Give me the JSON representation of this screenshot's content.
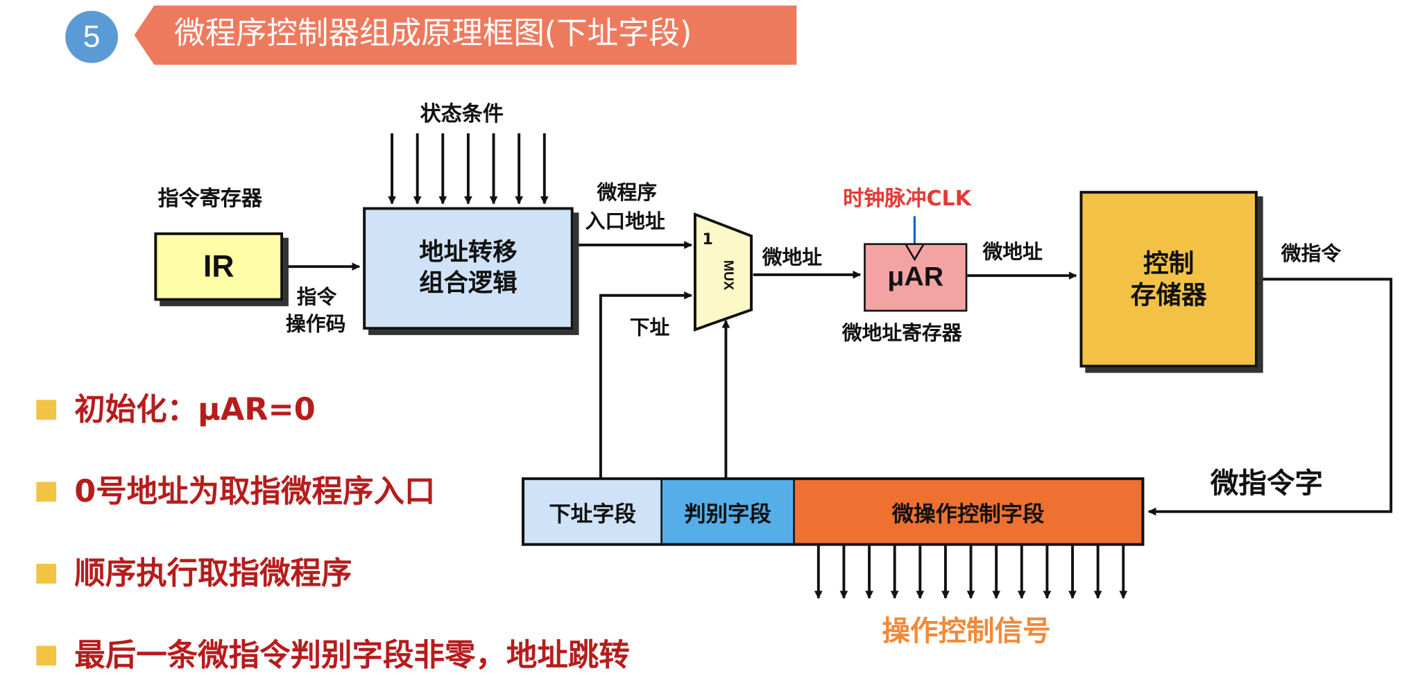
{
  "header": {
    "number": "5",
    "title": "微程序控制器组成原理框图(下址字段)",
    "badge_color": "#5b9bd5",
    "banner_color": "#ee7a5e"
  },
  "diagram": {
    "status_conditions": "状态条件",
    "ir_register_label": "指令寄存器",
    "ir_box": "IR",
    "opcode_label": [
      "指令",
      "操作码"
    ],
    "addr_logic": [
      "地址转移",
      "组合逻辑"
    ],
    "entry_addr_label": [
      "微程序",
      "入口地址"
    ],
    "mux_input_1": "1",
    "mux_label": "MUX",
    "next_addr_label": "下址",
    "micro_addr_label_1": "微地址",
    "clock_label": "时钟脉冲CLK",
    "uar_box": "μAR",
    "uar_caption": "微地址寄存器",
    "micro_addr_label_2": "微地址",
    "control_memory": [
      "控制",
      "存储器"
    ],
    "micro_instruction_label": "微指令",
    "micro_instruction_word": "微指令字",
    "fields": {
      "next_addr": "下址字段",
      "judge": "判别字段",
      "micro_op": "微操作控制字段"
    },
    "control_signals": "操作控制信号",
    "colors": {
      "ir_fill": "#fefea8",
      "logic_fill": "#cfe2f7",
      "mux_fill": "#fdf8c8",
      "uar_fill": "#f4a3a3",
      "memory_fill": "#f3c244",
      "field_next_fill": "#cfe2f7",
      "field_judge_fill": "#55aee8",
      "field_op_fill": "#ee7131",
      "clock_text": "#e53935",
      "signals_text": "#f08a3a"
    }
  },
  "bullets": [
    "初始化：μAR=0",
    "0号地址为取指微程序入口",
    "顺序执行取指微程序",
    "最后一条微指令判别字段非零，地址跳转"
  ]
}
